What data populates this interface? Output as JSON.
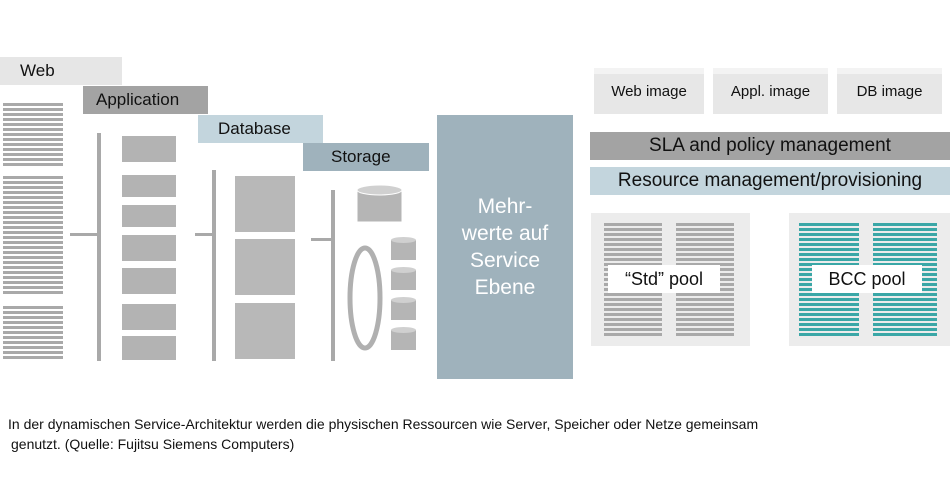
{
  "tiers": {
    "web": "Web",
    "application": "Application",
    "database": "Database",
    "storage": "Storage"
  },
  "center_box": {
    "lines": [
      "Mehr-",
      "werte auf",
      "Service",
      "Ebene"
    ]
  },
  "images": {
    "web": "Web image",
    "appl": "Appl. image",
    "db": "DB image"
  },
  "sla_bar": "SLA and policy management",
  "resource_bar": "Resource management/provisioning",
  "pools": {
    "std": "“Std” pool",
    "bcc": "BCC pool"
  },
  "caption": {
    "line1": "In der dynamischen Service-Architektur werden die physischen Ressourcen wie Server, Speicher oder Netze gemeinsam",
    "line2": "genutzt. (Quelle: Fujitsu Siemens Computers)"
  },
  "colors": {
    "server_gray": "#a9a9a9",
    "server_teal": "#3aa7a7",
    "bar_gray": "#a3a3a3",
    "bar_blue": "#c3d5dd",
    "center_box": "#9fb2bc"
  }
}
